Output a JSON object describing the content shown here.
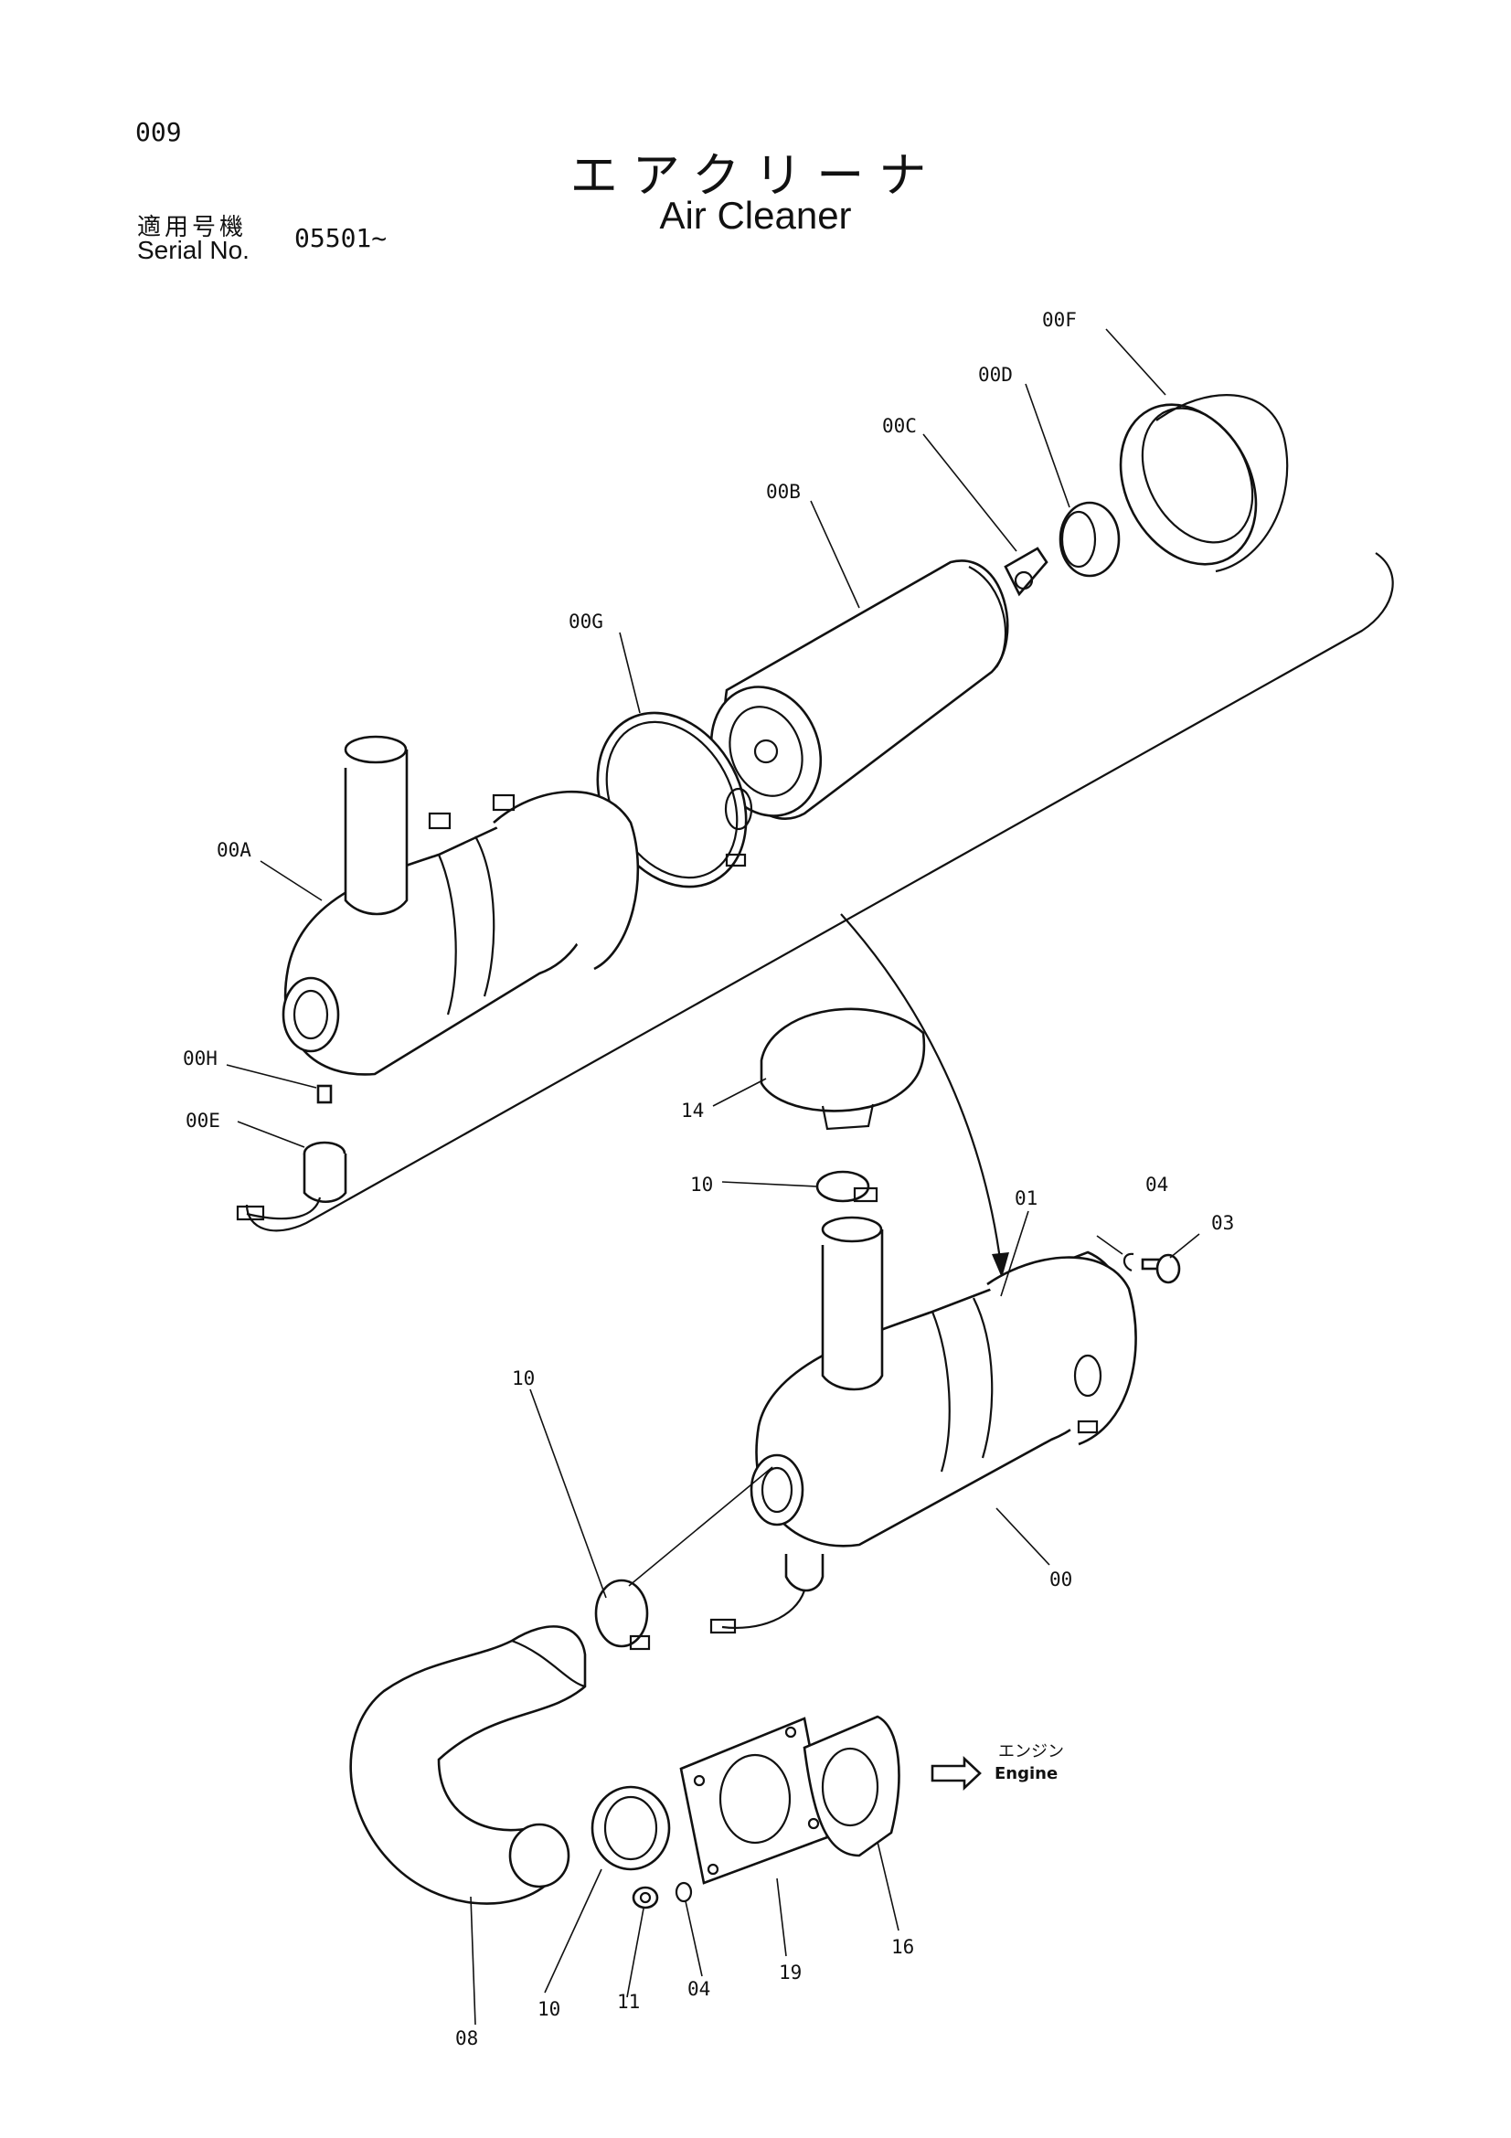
{
  "header": {
    "page_number": "009",
    "title_jp": "エアクリーナ",
    "title_en": "Air Cleaner",
    "serial_label_jp": "適用号機",
    "serial_label_en": "Serial No.",
    "serial_value": "05501~"
  },
  "callouts": {
    "c00F": "00F",
    "c00D": "00D",
    "c00C": "00C",
    "c00B": "00B",
    "c00G": "00G",
    "c00A": "00A",
    "c00H": "00H",
    "c00E": "00E",
    "c14": "14",
    "c10a": "10",
    "c01": "01",
    "c04a": "04",
    "c03": "03",
    "c00": "00",
    "c10b": "10",
    "c08": "08",
    "c10c": "10",
    "c11": "11",
    "c04b": "04",
    "c19": "19",
    "c16": "16"
  },
  "engine_direction": {
    "label_jp": "エンジン",
    "label_en": "Engine"
  }
}
